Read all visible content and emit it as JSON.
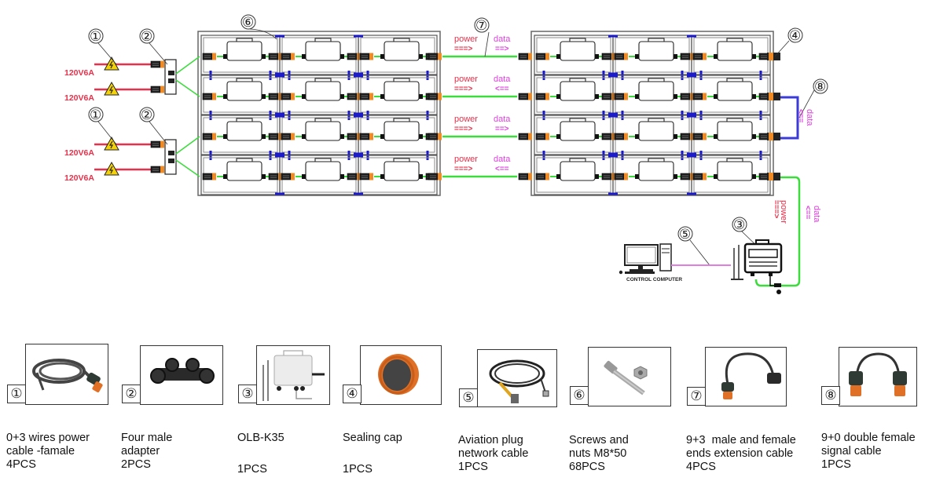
{
  "diagram": {
    "input_voltage_label": "120V6A",
    "inputs": [
      {
        "label": "120V6A"
      },
      {
        "label": "120V6A"
      },
      {
        "label": "120V6A"
      },
      {
        "label": "120V6A"
      }
    ],
    "callouts": [
      "①",
      "②",
      "①",
      "②",
      "⑥",
      "⑦",
      "④",
      "⑧",
      "③",
      "⑤"
    ],
    "link_labels": [
      {
        "power": "power",
        "power_arrow": "===>",
        "data": "data",
        "data_arrow": "==>"
      },
      {
        "power": "power",
        "power_arrow": "===>",
        "data": "data",
        "data_arrow": "<=="
      },
      {
        "power": "power",
        "power_arrow": "===>",
        "data": "data",
        "data_arrow": "==>"
      },
      {
        "power": "power",
        "power_arrow": "===>",
        "data": "data",
        "data_arrow": "<=="
      }
    ],
    "signal_loop_label": {
      "data": "data",
      "data_arrow": "<=="
    },
    "controller_link_label": {
      "power": "power",
      "power_arrow": "===>",
      "data": "data",
      "data_arrow": "<=="
    },
    "computer_label": "CONTROL COMPUTER",
    "colors": {
      "power_cable": "#e8304a",
      "data_text": "#e040e0",
      "green_cable": "#3ddc3d",
      "signal_cable": "#3b3bd8",
      "network_cable": "#e27ee2",
      "connector_orange": "#f08a24",
      "bolt_blue": "#1a1acc"
    }
  },
  "parts": [
    {
      "num": "①",
      "line1": "0+3 wires power",
      "line2": "cable -famale",
      "qty": "4PCS",
      "icon": "power-cable-icon"
    },
    {
      "num": "②",
      "line1": "Four male",
      "line2": "adapter",
      "qty": "2PCS",
      "icon": "adapter-icon"
    },
    {
      "num": "③",
      "line1": "OLB-K35",
      "line2": "",
      "qty": "1PCS",
      "icon": "controller-box-icon"
    },
    {
      "num": "④",
      "line1": "Sealing cap",
      "line2": "",
      "qty": "1PCS",
      "icon": "sealing-cap-icon"
    },
    {
      "num": "⑤",
      "line1": "Aviation plug",
      "line2": "network cable",
      "qty": "1PCS",
      "icon": "network-cable-icon"
    },
    {
      "num": "⑥",
      "line1": "Screws and",
      "line2": "nuts M8*50",
      "qty": "68PCS",
      "icon": "screw-nut-icon"
    },
    {
      "num": "⑦",
      "line1": "9+3  male and female",
      "line2": "ends extension cable",
      "qty": "4PCS",
      "icon": "extension-cable-icon"
    },
    {
      "num": "⑧",
      "line1": "9+0 double female",
      "line2": "signal cable",
      "qty": "1PCS",
      "icon": "signal-cable-icon"
    }
  ]
}
